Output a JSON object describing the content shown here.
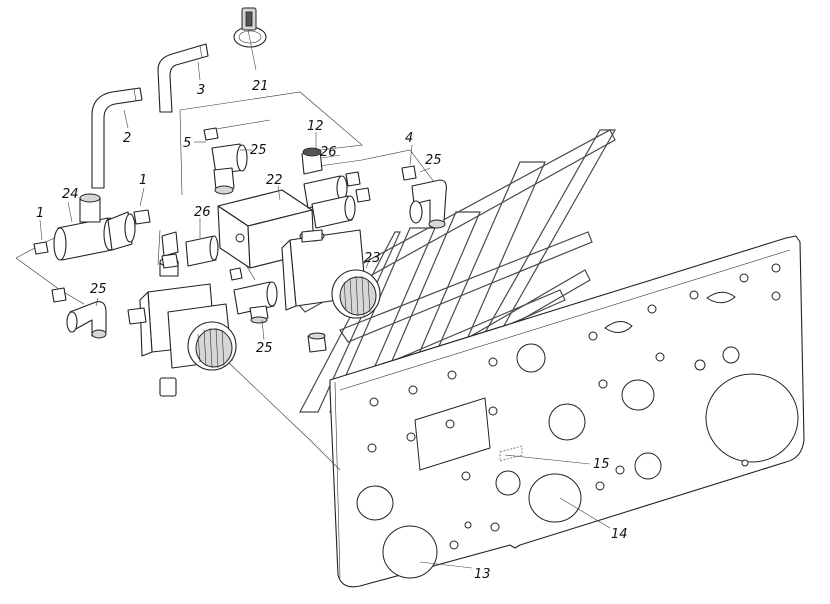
{
  "callouts": [
    {
      "id": "c21",
      "text": "21"
    },
    {
      "id": "c3",
      "text": "3"
    },
    {
      "id": "c2",
      "text": "2"
    },
    {
      "id": "c5",
      "text": "5"
    },
    {
      "id": "c25a",
      "text": "25"
    },
    {
      "id": "c12",
      "text": "12"
    },
    {
      "id": "c26a",
      "text": "26"
    },
    {
      "id": "c4",
      "text": "4"
    },
    {
      "id": "c25b",
      "text": "25"
    },
    {
      "id": "c1a",
      "text": "1"
    },
    {
      "id": "c24",
      "text": "24"
    },
    {
      "id": "c22",
      "text": "22"
    },
    {
      "id": "c1b",
      "text": "1"
    },
    {
      "id": "c26b",
      "text": "26"
    },
    {
      "id": "c23",
      "text": "23"
    },
    {
      "id": "c25c",
      "text": "25"
    },
    {
      "id": "c25d",
      "text": "25"
    },
    {
      "id": "c15",
      "text": "15"
    },
    {
      "id": "c14",
      "text": "14"
    },
    {
      "id": "c13",
      "text": "13"
    }
  ]
}
